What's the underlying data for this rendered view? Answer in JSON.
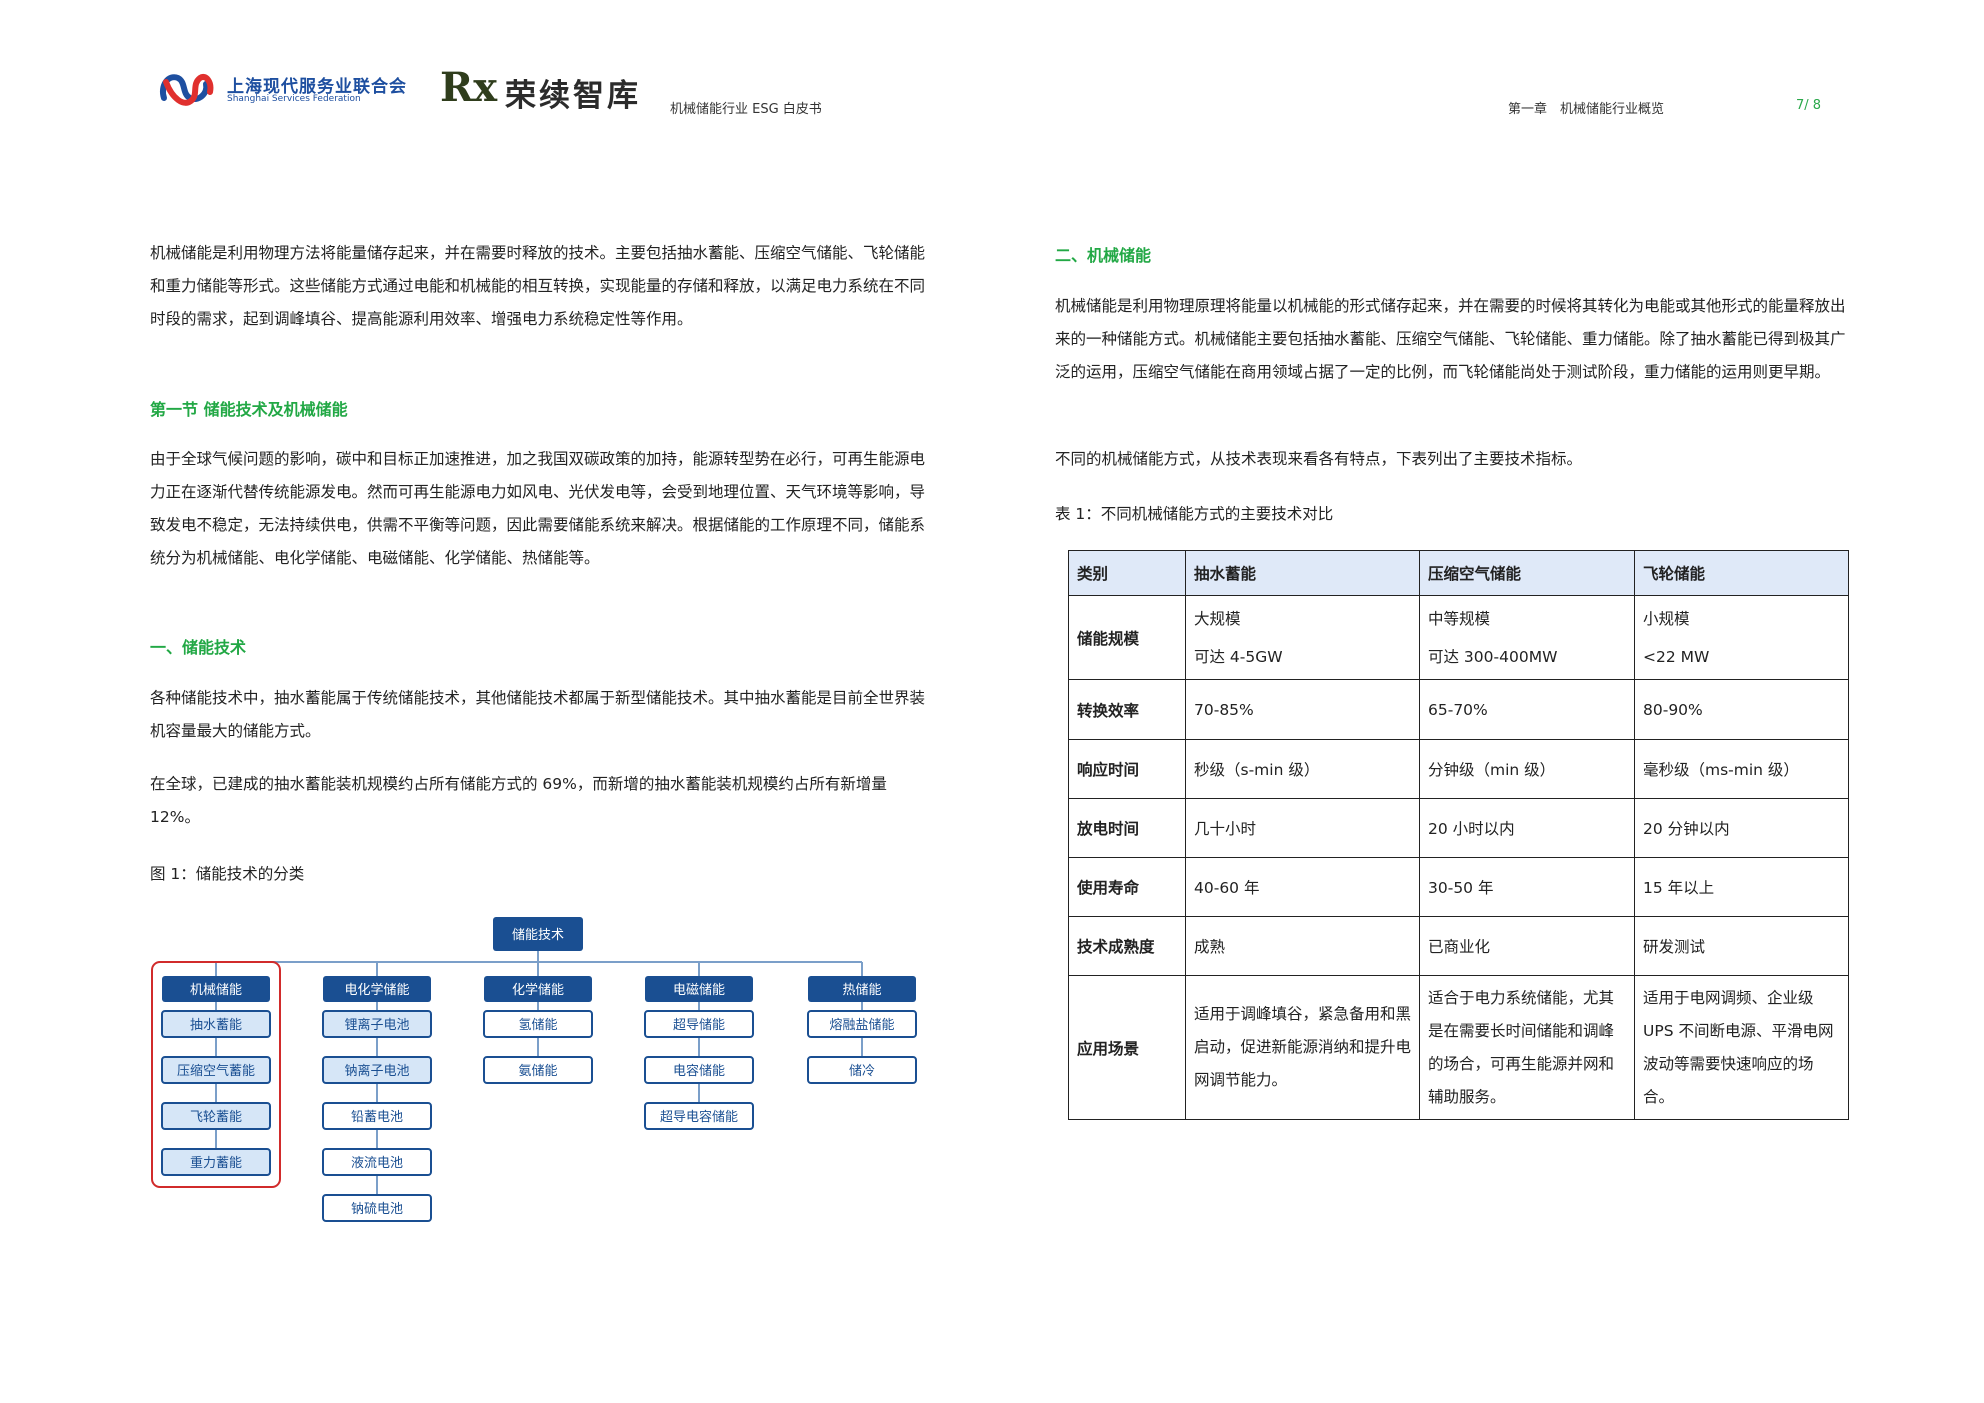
{
  "header": {
    "federation_cn": "上海现代服务业联合会",
    "federation_en": "Shanghai Services Federation",
    "think_tank_mark": "Rx",
    "think_tank_name": "荣续智库",
    "doc_title": "机械储能行业 ESG 白皮书",
    "chapter": "第一章　机械储能行业概览",
    "page": "7/ 8"
  },
  "left": {
    "intro": "机械储能是利用物理方法将能量储存起来，并在需要时释放的技术。主要包括抽水蓄能、压缩空气储能、飞轮储能和重力储能等形式。这些储能方式通过电能和机械能的相互转换，实现能量的存储和释放，以满足电力系统在不同时段的需求，起到调峰填谷、提高能源利用效率、增强电力系统稳定性等作用。",
    "section1_title": "第一节  储能技术及机械储能",
    "section1_para": "由于全球气候问题的影响，碳中和目标正加速推进，加之我国双碳政策的加持，能源转型势在必行，可再生能源电力正在逐渐代替传统能源发电。然而可再生能源电力如风电、光伏发电等，会受到地理位置、天气环境等影响，导致发电不稳定，无法持续供电，供需不平衡等问题，因此需要储能系统来解决。根据储能的工作原理不同，储能系统分为机械储能、电化学储能、电磁储能、化学储能、热储能等。",
    "sub1_title": "一、储能技术",
    "sub1_para1": "各种储能技术中，抽水蓄能属于传统储能技术，其他储能技术都属于新型储能技术。其中抽水蓄能是目前全世界装机容量最大的储能方式。",
    "sub1_para2": "在全球，已建成的抽水蓄能装机规模约占所有储能方式的 69%，而新增的抽水蓄能装机规模约占所有新增量 12%。",
    "figure_caption": "图 1：储能技术的分类"
  },
  "tree": {
    "root": "储能技术",
    "categories": [
      {
        "name": "机械储能",
        "children": [
          "抽水蓄能",
          "压缩空气蓄能",
          "飞轮蓄能",
          "重力蓄能"
        ]
      },
      {
        "name": "电化学储能",
        "children": [
          "锂离子电池",
          "钠离子电池",
          "铅蓄电池",
          "液流电池",
          "钠硫电池"
        ]
      },
      {
        "name": "化学储能",
        "children": [
          "氢储能",
          "氨储能"
        ]
      },
      {
        "name": "电磁储能",
        "children": [
          "超导储能",
          "电容储能",
          "超导电容储能"
        ]
      },
      {
        "name": "热储能",
        "children": [
          "熔融盐储能",
          "储冷"
        ]
      }
    ]
  },
  "right": {
    "sub2_title": "二、机械储能",
    "sub2_para1": "机械储能是利用物理原理将能量以机械能的形式储存起来，并在需要的时候将其转化为电能或其他形式的能量释放出来的一种储能方式。机械储能主要包括抽水蓄能、压缩空气储能、飞轮储能、重力储能。除了抽水蓄能已得到极其广泛的运用，压缩空气储能在商用领域占据了一定的比例，而飞轮储能尚处于测试阶段，重力储能的运用则更早期。",
    "sub2_para2": "不同的机械储能方式，从技术表现来看各有特点，下表列出了主要技术指标。",
    "table_caption": "表 1：不同机械储能方式的主要技术对比"
  },
  "table": {
    "headers": [
      "类别",
      "抽水蓄能",
      "压缩空气储能",
      "飞轮储能"
    ],
    "scale": {
      "label": "储能规模",
      "c1a": "大规模",
      "c1b": "可达 4-5GW",
      "c2a": "中等规模",
      "c2b": "可达 300-400MW",
      "c3a": "小规模",
      "c3b": "<22 MW"
    },
    "rows": [
      {
        "label": "转换效率",
        "values": [
          "70-85%",
          "65-70%",
          "80-90%"
        ]
      },
      {
        "label": "响应时间",
        "values": [
          "秒级（s-min 级）",
          "分钟级（min 级）",
          "毫秒级（ms-min 级）"
        ]
      },
      {
        "label": "放电时间",
        "values": [
          "几十小时",
          "20 小时以内",
          "20 分钟以内"
        ]
      },
      {
        "label": "使用寿命",
        "values": [
          "40-60 年",
          "30-50 年",
          "15 年以上"
        ]
      },
      {
        "label": "技术成熟度",
        "values": [
          "成熟",
          "已商业化",
          "研发测试"
        ]
      },
      {
        "label": "应用场景",
        "values": [
          "适用于调峰填谷，紧急备用和黑启动，促进新能源消纳和提升电网调节能力。",
          "适合于电力系统储能，尤其是在需要长时间储能和调峰的场合，可再生能源并网和辅助服务。",
          "适用于电网调频、企业级 UPS 不间断电源、平滑电网波动等需要快速响应的场合。"
        ]
      }
    ]
  }
}
